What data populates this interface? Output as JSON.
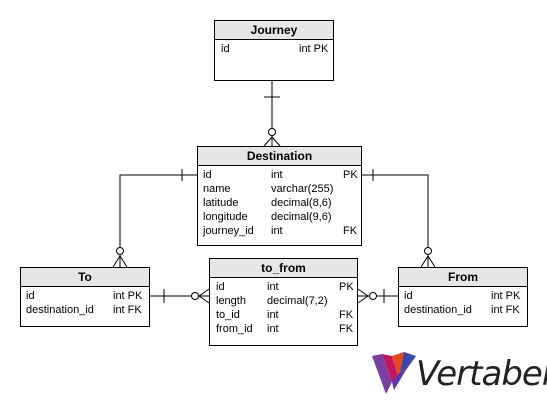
{
  "entities": {
    "journey": {
      "title": "Journey",
      "rows": [
        {
          "name": "id",
          "type": "int PK",
          "key": ""
        }
      ]
    },
    "destination": {
      "title": "Destination",
      "rows": [
        {
          "name": "id",
          "type": "int",
          "key": "PK"
        },
        {
          "name": "name",
          "type": "varchar(255)",
          "key": ""
        },
        {
          "name": "latitude",
          "type": "decimal(8,6)",
          "key": ""
        },
        {
          "name": "longitude",
          "type": "decimal(9,6)",
          "key": ""
        },
        {
          "name": "journey_id",
          "type": "int",
          "key": "FK"
        }
      ]
    },
    "to": {
      "title": "To",
      "rows": [
        {
          "name": "id",
          "type": "int PK",
          "key": ""
        },
        {
          "name": "destination_id",
          "type": "int FK",
          "key": ""
        }
      ]
    },
    "to_from": {
      "title": "to_from",
      "rows": [
        {
          "name": "id",
          "type": "int",
          "key": "PK"
        },
        {
          "name": "length",
          "type": "decimal(7,2)",
          "key": ""
        },
        {
          "name": "to_id",
          "type": "int",
          "key": "FK"
        },
        {
          "name": "from_id",
          "type": "int",
          "key": "FK"
        }
      ]
    },
    "from": {
      "title": "From",
      "rows": [
        {
          "name": "id",
          "type": "int PK",
          "key": ""
        },
        {
          "name": "destination_id",
          "type": "int FK",
          "key": ""
        }
      ]
    }
  },
  "brand": {
    "name": "Vertabelo"
  }
}
